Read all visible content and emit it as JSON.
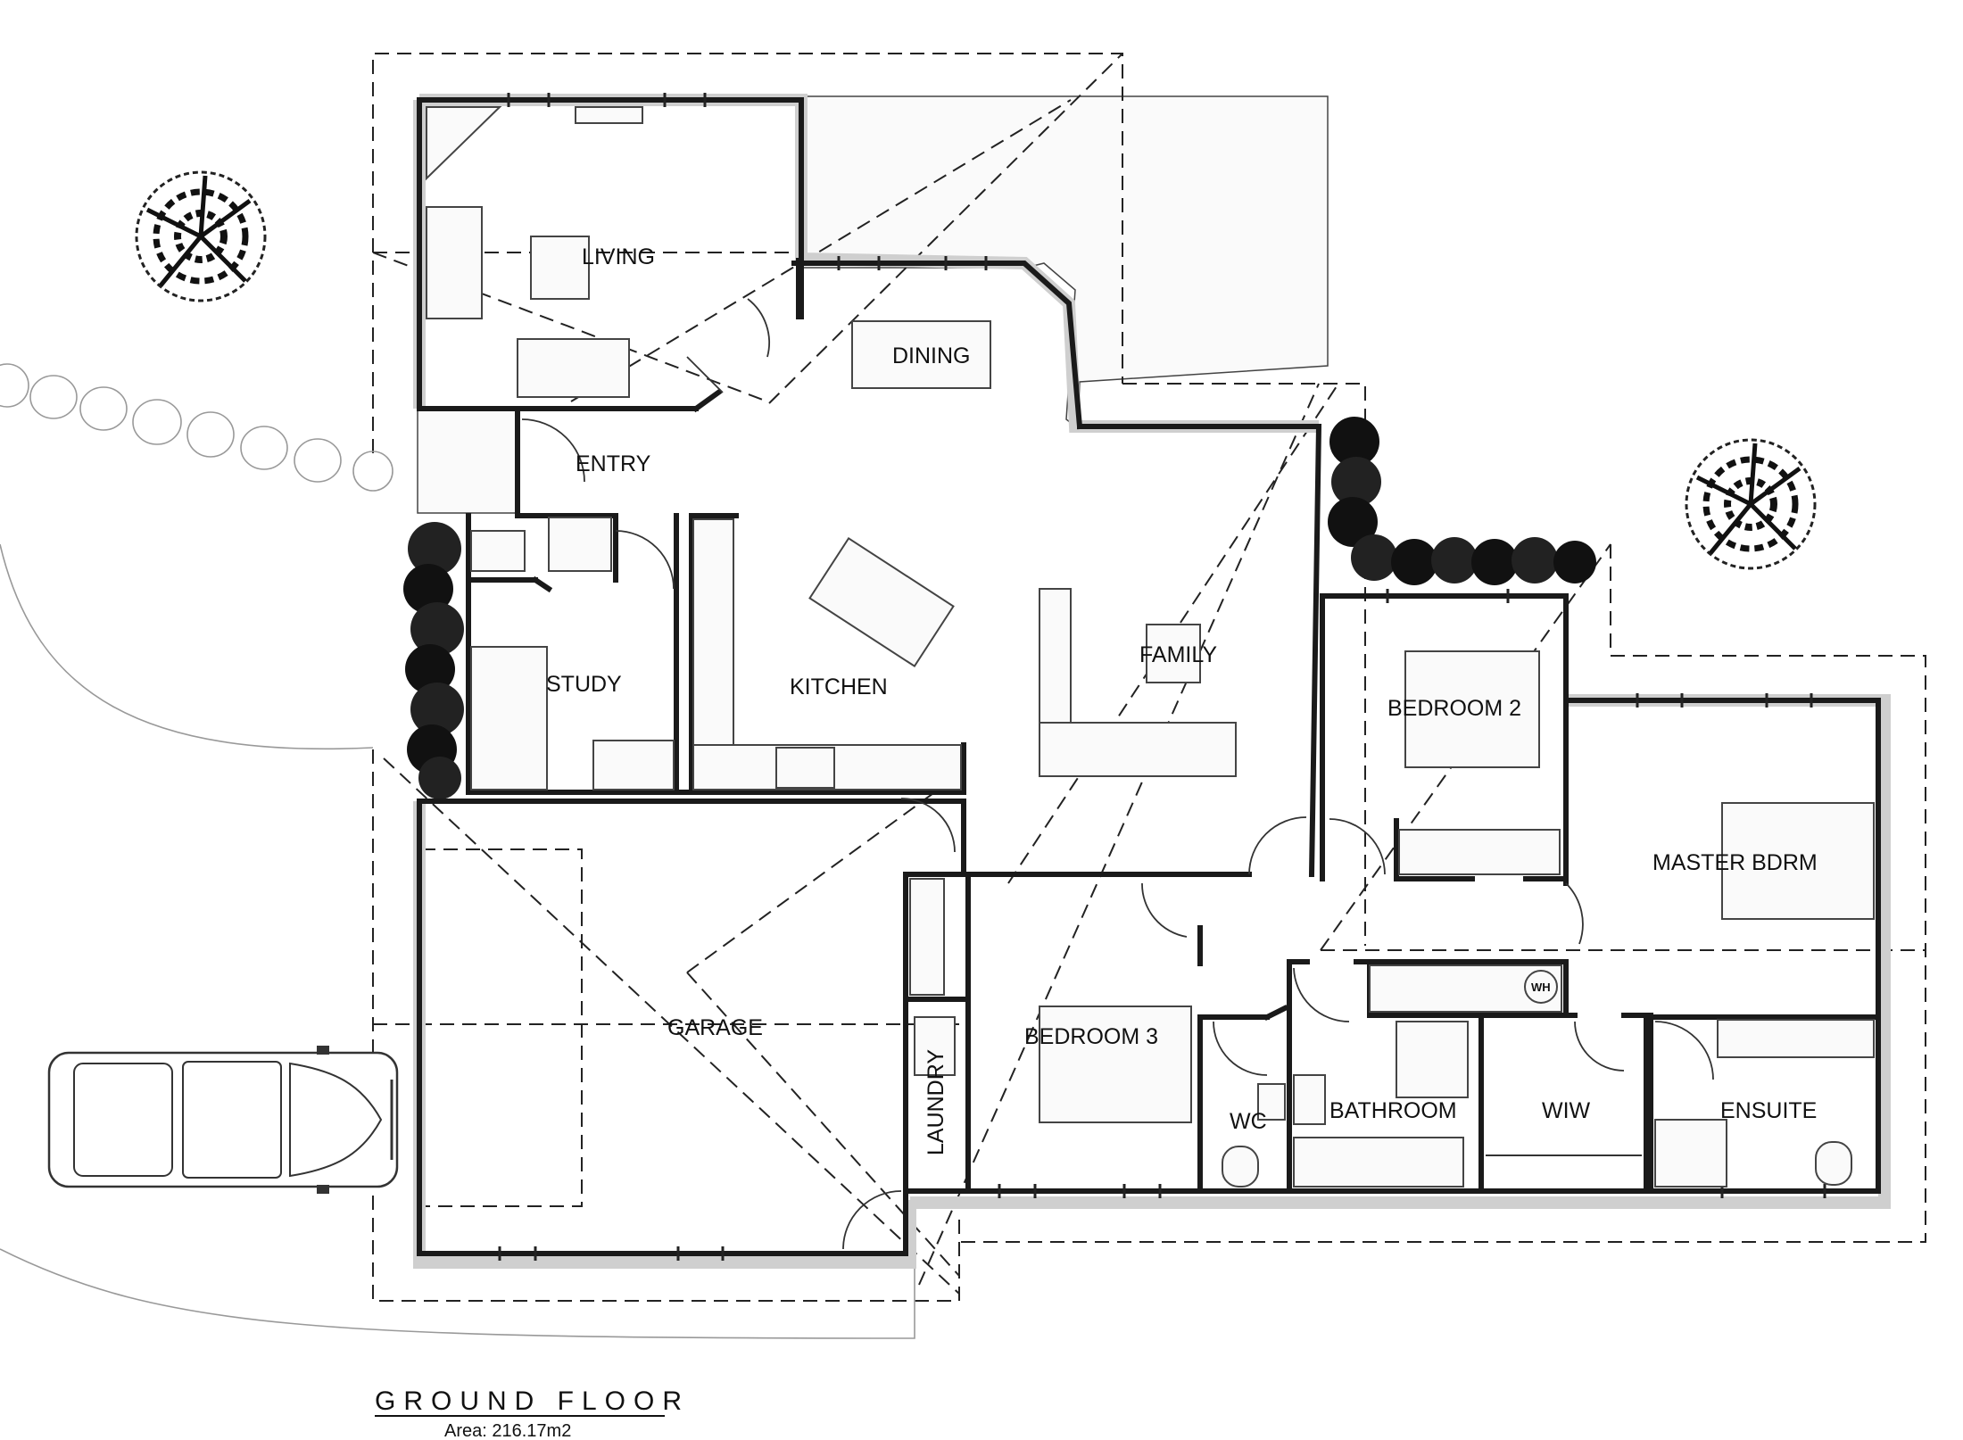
{
  "drawing": {
    "title": "GROUND FLOOR",
    "area": "Area: 216.17m2"
  },
  "rooms": {
    "living": "LIVING",
    "dining": "DINING",
    "entry": "ENTRY",
    "study": "STUDY",
    "kitchen": "KITCHEN",
    "family": "FAMILY",
    "bedroom2": "BEDROOM 2",
    "master": "MASTER BDRM",
    "garage": "GARAGE",
    "bedroom3": "BEDROOM 3",
    "laundry": "LAUNDRY",
    "wc": "WC",
    "bathroom": "BATHROOM",
    "wiw": "WIW",
    "ensuite": "ENSUITE"
  },
  "fixtures": {
    "water_heater": "WH"
  },
  "colors": {
    "wall": "#1a1a1a",
    "wall_shadow": "#cfcfcf",
    "vegetation": "#111111",
    "deck_fill": "#fafafa"
  }
}
